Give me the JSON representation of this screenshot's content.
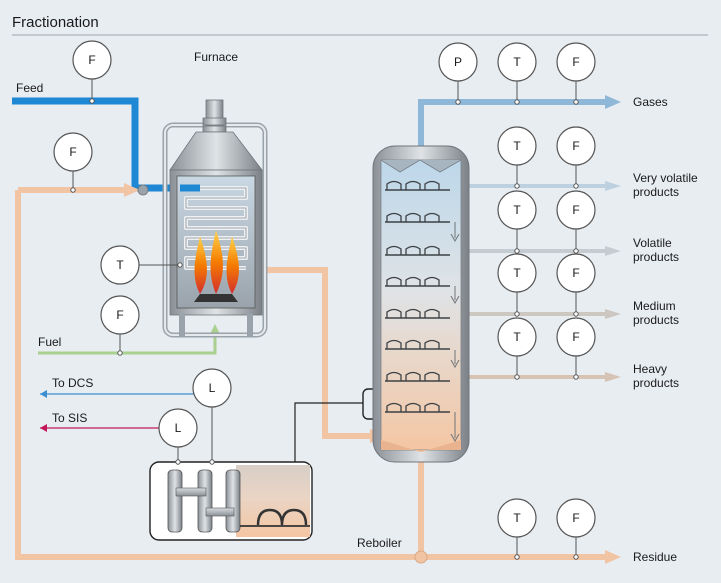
{
  "title": "Fractionation",
  "labels": {
    "feed": "Feed",
    "furnace": "Furnace",
    "fuel": "Fuel",
    "to_dcs": "To DCS",
    "to_sis": "To SIS",
    "reboiler": "Reboiler"
  },
  "outputs": [
    {
      "id": "gases",
      "lines": [
        "Gases"
      ]
    },
    {
      "id": "very-volatile",
      "lines": [
        "Very volatile",
        "products"
      ]
    },
    {
      "id": "volatile",
      "lines": [
        "Volatile",
        "products"
      ]
    },
    {
      "id": "medium",
      "lines": [
        "Medium",
        "products"
      ]
    },
    {
      "id": "heavy",
      "lines": [
        "Heavy",
        "products"
      ]
    },
    {
      "id": "residue",
      "lines": [
        "Residue"
      ]
    }
  ],
  "instruments": [
    {
      "id": "feed-flow",
      "letter": "F"
    },
    {
      "id": "recycle-flow",
      "letter": "F"
    },
    {
      "id": "furnace-temp",
      "letter": "T"
    },
    {
      "id": "fuel-flow",
      "letter": "F"
    },
    {
      "id": "level-dcs",
      "letter": "L"
    },
    {
      "id": "level-sis",
      "letter": "L"
    },
    {
      "id": "gases-pressure",
      "letter": "P"
    },
    {
      "id": "gases-temp",
      "letter": "T"
    },
    {
      "id": "gases-flow",
      "letter": "F"
    },
    {
      "id": "very-volatile-temp",
      "letter": "T"
    },
    {
      "id": "very-volatile-flow",
      "letter": "F"
    },
    {
      "id": "volatile-temp",
      "letter": "T"
    },
    {
      "id": "volatile-flow",
      "letter": "F"
    },
    {
      "id": "medium-temp",
      "letter": "T"
    },
    {
      "id": "medium-flow",
      "letter": "F"
    },
    {
      "id": "heavy-temp",
      "letter": "T"
    },
    {
      "id": "heavy-flow",
      "letter": "F"
    },
    {
      "id": "residue-temp",
      "letter": "T"
    },
    {
      "id": "residue-flow",
      "letter": "F"
    }
  ],
  "colors": {
    "feed_line": "#1e88d4",
    "gas_line": "#8fb8d8",
    "product_line": "#b9c5ce",
    "hot_line": "#f1c4a4",
    "fuel_line": "#a9d08e",
    "dcs_line": "#3b8fd1",
    "sis_line": "#c2185b",
    "flame": "#f39c12"
  }
}
